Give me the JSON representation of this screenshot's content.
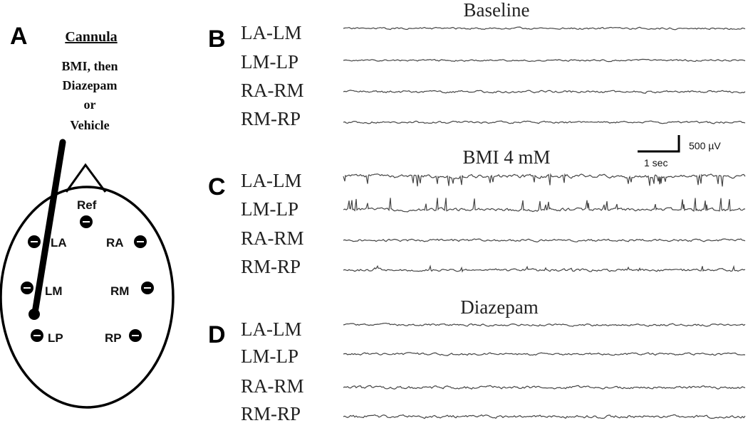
{
  "panel_a": {
    "letter": "A",
    "cannula_title": "Cannula",
    "cannula_lines": [
      "BMI, then",
      "Diazepam",
      "or",
      "Vehicle"
    ],
    "electrodes": [
      "Ref",
      "LA",
      "RA",
      "LM",
      "RM",
      "LP",
      "RP"
    ]
  },
  "panels": [
    {
      "letter": "B",
      "title": "Baseline",
      "channels": [
        "LA-LM",
        "LM-LP",
        "RA-RM",
        "RM-RP"
      ]
    },
    {
      "letter": "C",
      "title": "BMI 4 mM",
      "channels": [
        "LA-LM",
        "LM-LP",
        "RA-RM",
        "RM-RP"
      ]
    },
    {
      "letter": "D",
      "title": "Diazepam",
      "channels": [
        "LA-LM",
        "LM-LP",
        "RA-RM",
        "RM-RP"
      ]
    }
  ],
  "scale_bar": {
    "amplitude": "500 µV",
    "time": "1 sec"
  },
  "colors": {
    "trace": "#444444",
    "ink": "#000000"
  }
}
